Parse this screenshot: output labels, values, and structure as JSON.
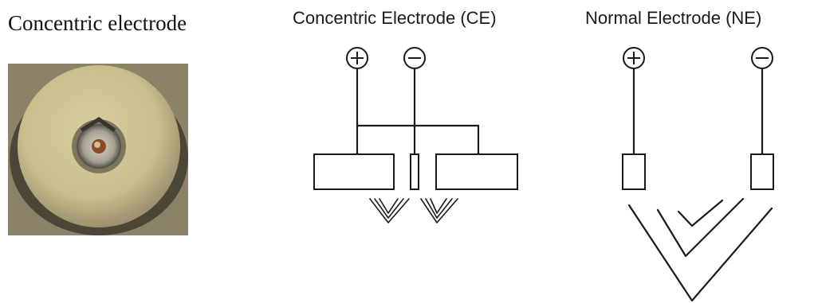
{
  "photo": {
    "title": "Concentric electrode"
  },
  "diagrams": {
    "concentric": {
      "title": "Concentric Electrode (CE)"
    },
    "normal": {
      "title": "Normal Electrode (NE)"
    }
  },
  "icons": {
    "positive": "plus-circle-icon",
    "negative": "minus-circle-icon"
  },
  "colors": {
    "ink": "#1a1a1a",
    "electrode_body": "#cbbf8e",
    "background": "#ffffff"
  }
}
